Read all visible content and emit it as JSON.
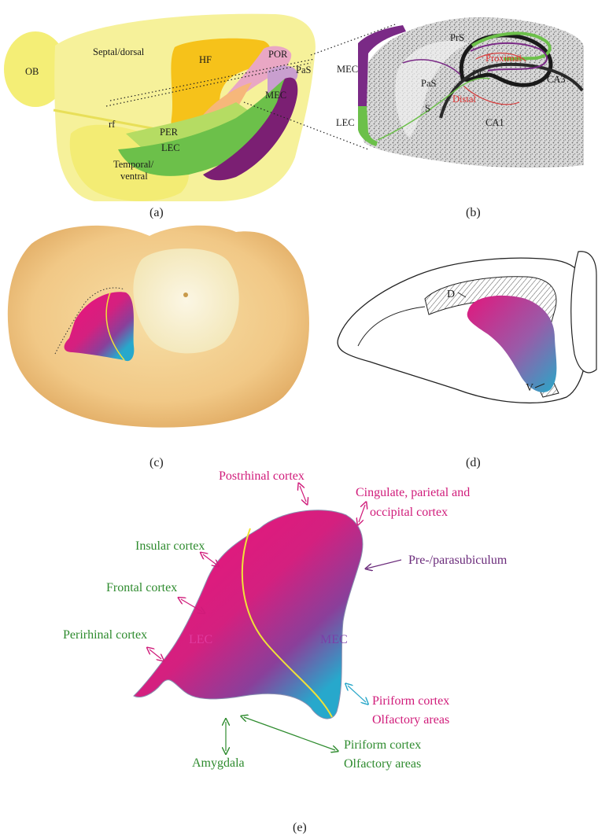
{
  "panel_labels": {
    "a": "(a)",
    "b": "(b)",
    "c": "(c)",
    "d": "(d)",
    "e": "(e)"
  },
  "panel_a": {
    "labels": {
      "ob": "OB",
      "septal": "Septal/dorsal",
      "hf": "HF",
      "por": "POR",
      "pas": "PaS",
      "mec": "MEC",
      "rf": "rf",
      "per": "PER",
      "lec": "LEC",
      "temporal_1": "Temporal/",
      "temporal_2": "ventral"
    }
  },
  "panel_b": {
    "labels": {
      "prs": "PrS",
      "proximal": "Proximal",
      "dg": "DG",
      "ca3": "CA3",
      "mec": "MEC",
      "pas": "PaS",
      "distal": "Distal",
      "s": "S",
      "ca1": "CA1",
      "lec": "LEC"
    }
  },
  "panel_d": {
    "labels": {
      "d": "D",
      "v": "V"
    }
  },
  "panel_e": {
    "connections": {
      "postrhinal": "Postrhinal cortex",
      "cingulate_1": "Cingulate, parietal and",
      "cingulate_2": "occipital cortex",
      "pre_para": "Pre-/parasubiculum",
      "insular": "Insular cortex",
      "frontal": "Frontal cortex",
      "perirhinal": "Perirhinal cortex",
      "piriform_right_1": "Piriform cortex",
      "piriform_right_2": "Olfactory areas",
      "piriform_bottom_1": "Piriform cortex",
      "piriform_bottom_2": "Olfactory areas",
      "amygdala": "Amygdala"
    },
    "regions": {
      "lec": "LEC",
      "mec": "MEC"
    }
  },
  "colors": {
    "mec_magenta": "#e6177f",
    "lec_green": "#6cc04a",
    "cyan": "#2aa7c9",
    "purple": "#7a2a86",
    "brain_yellow": "#f4ef7a",
    "hf_orange": "#f6c21a"
  }
}
